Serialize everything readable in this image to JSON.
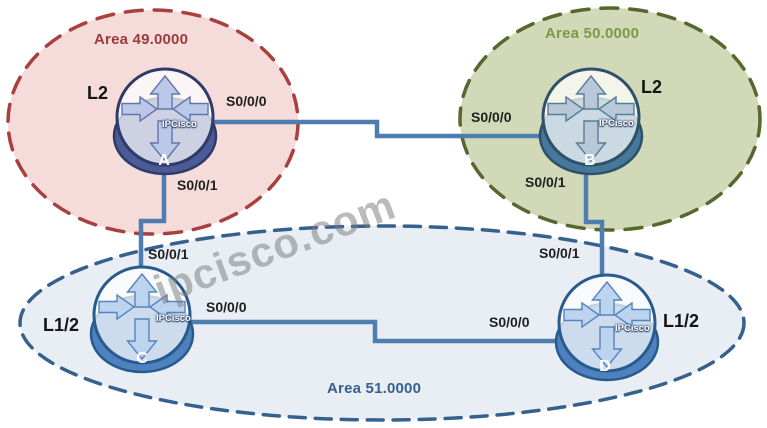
{
  "watermark": "ipcisco.com",
  "areas": {
    "area49": {
      "label": "Area 49.0000"
    },
    "area50": {
      "label": "Area 50.0000"
    },
    "area51": {
      "label": "Area 51.0000"
    }
  },
  "routers": {
    "a": {
      "name": "A",
      "level": "L2",
      "brand": "IPCisco",
      "if_s000": "S0/0/0",
      "if_s001": "S0/0/1"
    },
    "b": {
      "name": "B",
      "level": "L2",
      "brand": "IPCisco",
      "if_s000": "S0/0/0",
      "if_s001": "S0/0/1"
    },
    "c": {
      "name": "C",
      "level": "L1/2",
      "brand": "IPCisco",
      "if_s000": "S0/0/0",
      "if_s001": "S0/0/1"
    },
    "d": {
      "name": "D",
      "level": "L1/2",
      "brand": "IPCisco",
      "if_s000": "S0/0/0",
      "if_s001": "S0/0/1"
    }
  },
  "colors": {
    "area49_fill": "#f5dcdb",
    "area49_border": "#a8403e",
    "area50_fill": "#d2d9b8",
    "area50_border": "#55682e",
    "area51_fill": "#e9eef4",
    "area51_border": "#36618e",
    "link": "#4e7daf",
    "band_a": "#4c5b95",
    "band_b": "#47789b",
    "band_c": "#4e82be",
    "band_d": "#4e82be",
    "ring_a": "#2e3a68",
    "ring_b": "#2c5168",
    "ring_c": "#275b8e",
    "ring_d": "#275b8e"
  }
}
